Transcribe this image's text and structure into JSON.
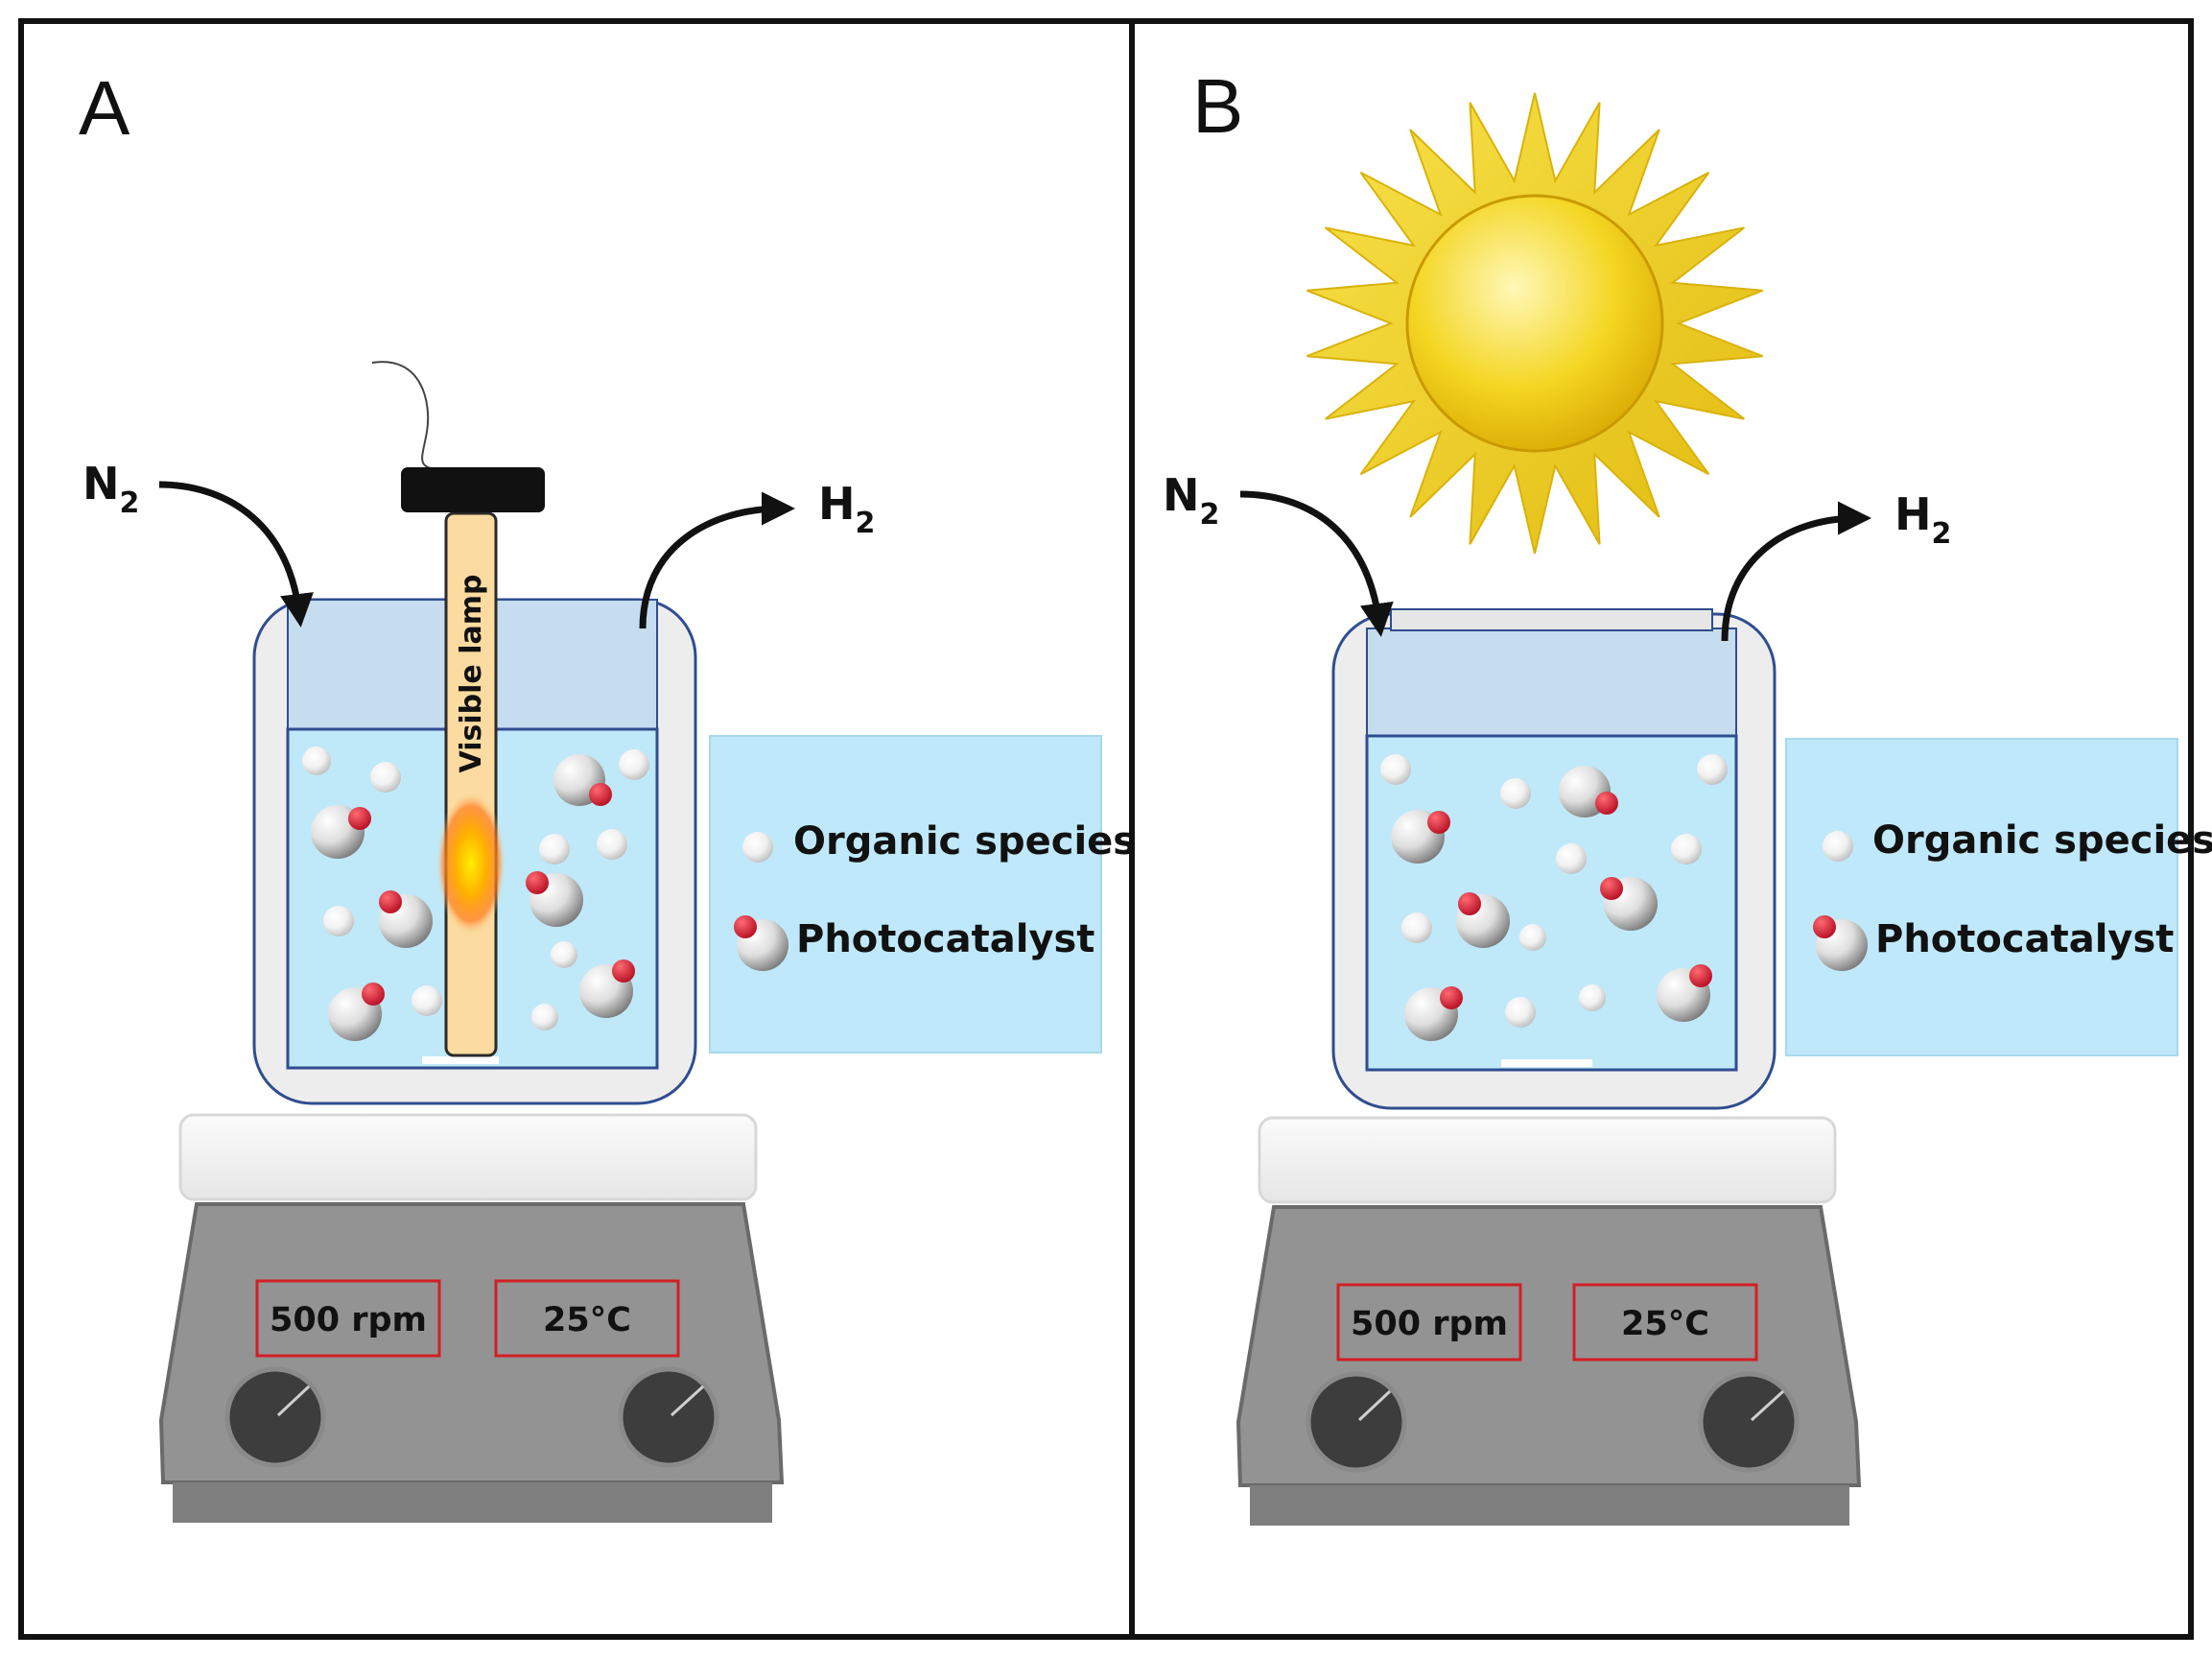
{
  "panel_a": {
    "letter": "A",
    "gas_in": "N",
    "gas_in_sub": "2",
    "gas_out": "H",
    "gas_out_sub": "2",
    "lamp_label": "Visible lamp",
    "legend": {
      "organic": "Organic species",
      "photocatalyst": "Photocatalyst"
    },
    "stirrer": {
      "speed": "500 rpm",
      "temperature": "25°C"
    }
  },
  "panel_b": {
    "letter": "B",
    "gas_in": "N",
    "gas_in_sub": "2",
    "gas_out": "H",
    "gas_out_sub": "2",
    "legend": {
      "organic": "Organic species",
      "photocatalyst": "Photocatalyst"
    },
    "stirrer": {
      "speed": "500 rpm",
      "temperature": "25°C"
    }
  },
  "colors": {
    "water": "#bfe8f8",
    "headspace": "#c6ddef",
    "legend_box": "#bfe9fb",
    "hotplate_body": "#8f8f8f",
    "hotplate_top": "#f4f4f4",
    "readout_border": "#d21f26",
    "catalyst_red": "#d3162e",
    "sun": "#f2d21a",
    "lamp_tube": "#fbdba0"
  }
}
